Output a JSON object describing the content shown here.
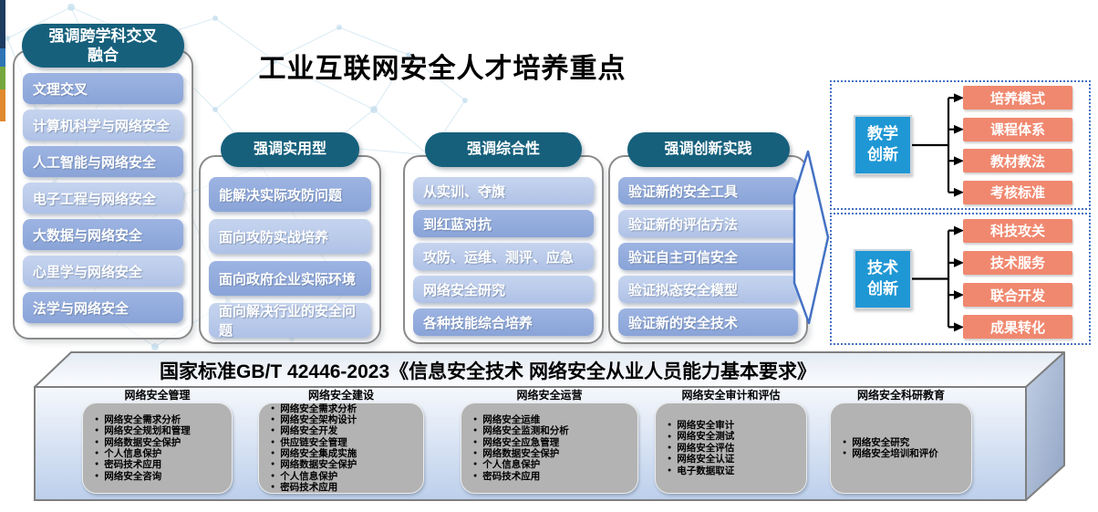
{
  "title": "工业互联网安全人才培养重点",
  "palette": {
    "header_pill": "#16607c",
    "item_dark": "#8fa9dc",
    "item_light": "#b7c8e9",
    "innovation_blue": "#1f97d4",
    "outcome_salmon": "#f0886f",
    "dashed_border": "#4472c4",
    "group_box_gray": "#b3b3b3"
  },
  "columns": [
    {
      "header": "强调跨学科交叉\n融合",
      "items": [
        {
          "label": "文理交叉",
          "tone": "dark"
        },
        {
          "label": "计算机科学与网络安全",
          "tone": "light"
        },
        {
          "label": "人工智能与网络安全",
          "tone": "dark"
        },
        {
          "label": "电子工程与网络安全",
          "tone": "light"
        },
        {
          "label": "大数据与网络安全",
          "tone": "dark"
        },
        {
          "label": "心里学与网络安全",
          "tone": "light"
        },
        {
          "label": "法学与网络安全",
          "tone": "dark"
        }
      ]
    },
    {
      "header": "强调实用型",
      "items": [
        {
          "label": "能解决实际攻防问题",
          "tone": "dark"
        },
        {
          "label": "面向攻防实战培养",
          "tone": "light"
        },
        {
          "label": "面向政府企业实际环境",
          "tone": "dark"
        },
        {
          "label": "面向解决行业的安全问题",
          "tone": "light"
        }
      ]
    },
    {
      "header": "强调综合性",
      "items": [
        {
          "label": "从实训、夺旗",
          "tone": "light"
        },
        {
          "label": "到红蓝对抗",
          "tone": "dark"
        },
        {
          "label": "攻防、运维、测评、应急",
          "tone": "light"
        },
        {
          "label": "网络安全研究",
          "tone": "light"
        },
        {
          "label": "各种技能综合培养",
          "tone": "dark"
        }
      ]
    },
    {
      "header": "强调创新实践",
      "items": [
        {
          "label": "验证新的安全工具",
          "tone": "dark"
        },
        {
          "label": "验证新的评估方法",
          "tone": "light"
        },
        {
          "label": "验证自主可信安全",
          "tone": "dark"
        },
        {
          "label": "验证拟态安全模型",
          "tone": "light"
        },
        {
          "label": "验证新的安全技术",
          "tone": "dark"
        }
      ]
    }
  ],
  "innovation": [
    {
      "label": "教学\n创新",
      "outputs": [
        "培养模式",
        "课程体系",
        "教材教法",
        "考核标准"
      ]
    },
    {
      "label": "技术\n创新",
      "outputs": [
        "科技攻关",
        "技术服务",
        "联合开发",
        "成果转化"
      ]
    }
  ],
  "standard": {
    "title": "国家标准GB/T 42446-2023《信息安全技术 网络安全从业人员能力基本要求》",
    "bullet_glyph": "●",
    "groups": [
      {
        "header": "网络安全管理",
        "items": [
          "网络安全需求分析",
          "网络安全规划和管理",
          "网络数据安全保护",
          "个人信息保护",
          "密码技术应用",
          "网络安全咨询"
        ]
      },
      {
        "header": "网络安全建设",
        "items": [
          "网络安全需求分析",
          "网络安全架构设计",
          "网络安全开发",
          "供应链安全管理",
          "网络安全集成实施",
          "网络数据安全保护",
          "个人信息保护",
          "密码技术应用"
        ]
      },
      {
        "header": "网络安全运营",
        "items": [
          "网络安全运维",
          "网络安全监测和分析",
          "网络安全应急管理",
          "网络数据安全保护",
          "个人信息保护",
          "密码技术应用"
        ]
      },
      {
        "header": "网络安全审计和评估",
        "items": [
          "网络安全审计",
          "网络安全测试",
          "网络安全评估",
          "网络安全认证",
          "电子数据取证"
        ]
      },
      {
        "header": "网络安全科研教育",
        "items": [
          "网络安全研究",
          "网络安全培训和评价"
        ]
      }
    ]
  }
}
